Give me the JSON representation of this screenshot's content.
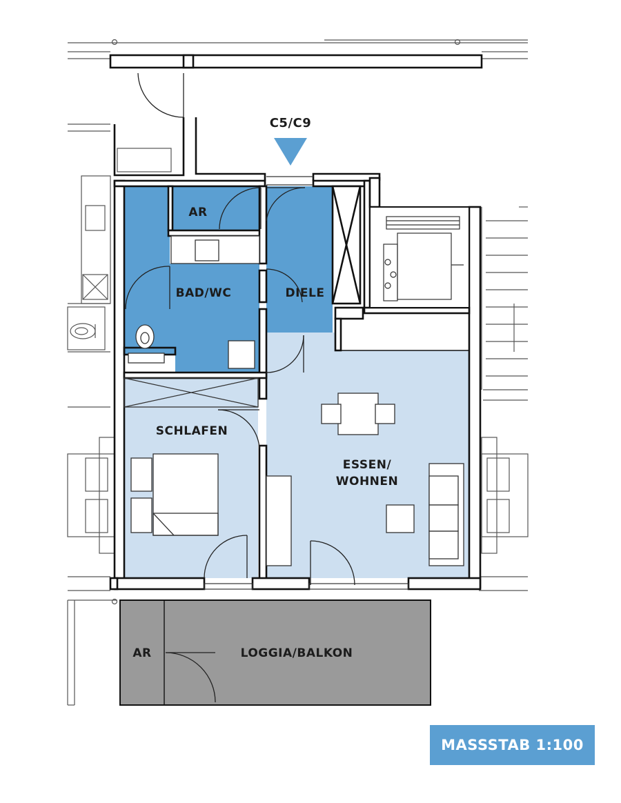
{
  "colors": {
    "wet_room": "#5b9fd2",
    "living": "#cddff0",
    "loggia": "#9a9a9a",
    "wall": "#111111",
    "marker": "#5b9fd2",
    "badge": "#5b9fd2"
  },
  "entrance": {
    "label": "C5/C9",
    "marker_icon": "triangle-down-icon"
  },
  "rooms": {
    "ar_top": "AR",
    "bad_wc": "BAD/WC",
    "diele": "DIELE",
    "schlafen": "SCHLAFEN",
    "essen_line1": "ESSEN/",
    "essen_line2": "WOHNEN",
    "ar_bottom": "AR",
    "loggia": "LOGGIA/BALKON"
  },
  "scale_badge": "MASSSTAB 1:100"
}
